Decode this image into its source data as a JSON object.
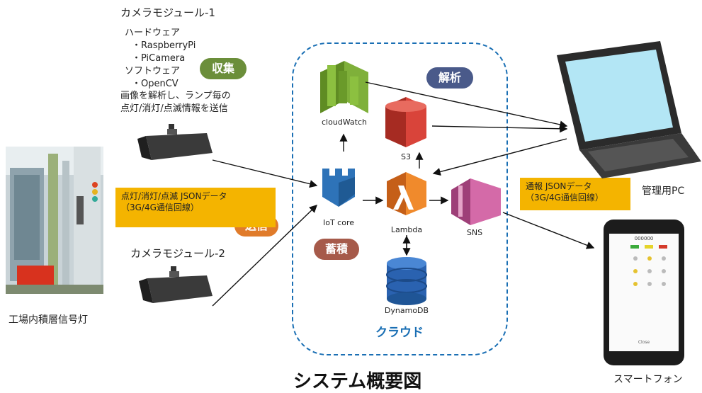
{
  "module1": {
    "title": "カメラモジュール-1",
    "hw_heading": "ハードウェア",
    "hw_item1": "・RaspberryPi",
    "hw_item2": "・PiCamera",
    "sw_heading": "ソフトウェア",
    "sw_item1": "・OpenCV",
    "desc1": "画像を解析し、ランプ毎の",
    "desc2": "点灯/消灯/点滅情報を送信"
  },
  "module2": {
    "title": "カメラモジュール-2"
  },
  "badges": {
    "collect": "収集",
    "send": "送信",
    "analyze": "解析",
    "store": "蓄積"
  },
  "send_box": {
    "line1": "点灯/消灯/点滅 JSONデータ",
    "line2": "（3G/4G通信回線）"
  },
  "notify_box": {
    "line1": "通報 JSONデータ",
    "line2": "（3G/4G通信回線）"
  },
  "factory_label": "工場内積層信号灯",
  "services": {
    "cloudwatch": "cloudWatch",
    "s3": "S3",
    "iot": "IoT core",
    "lambda": "Lambda",
    "sns": "SNS",
    "dynamodb": "DynamoDB"
  },
  "cloud_label": "クラウド",
  "pc_label": "管理用PC",
  "phone_label": "スマートフォン",
  "phone_screen": {
    "header": "000000",
    "footer": "Close"
  },
  "diagram_title": "システム概要図",
  "colors": {
    "cloud_border": "#1a6fb4",
    "badge_green": "#6b8e3a",
    "badge_orange": "#e07b2a",
    "badge_navy": "#4a5a8a",
    "badge_brown": "#a65a4a",
    "box_yellow": "#f4b400",
    "cloudwatch_green": "#6a9a2a",
    "s3_red": "#c7352a",
    "iot_blue": "#2e73b8",
    "lambda_orange": "#e07b2a",
    "sns_pink": "#c25a9a",
    "dynamo_blue": "#2a62b0"
  }
}
